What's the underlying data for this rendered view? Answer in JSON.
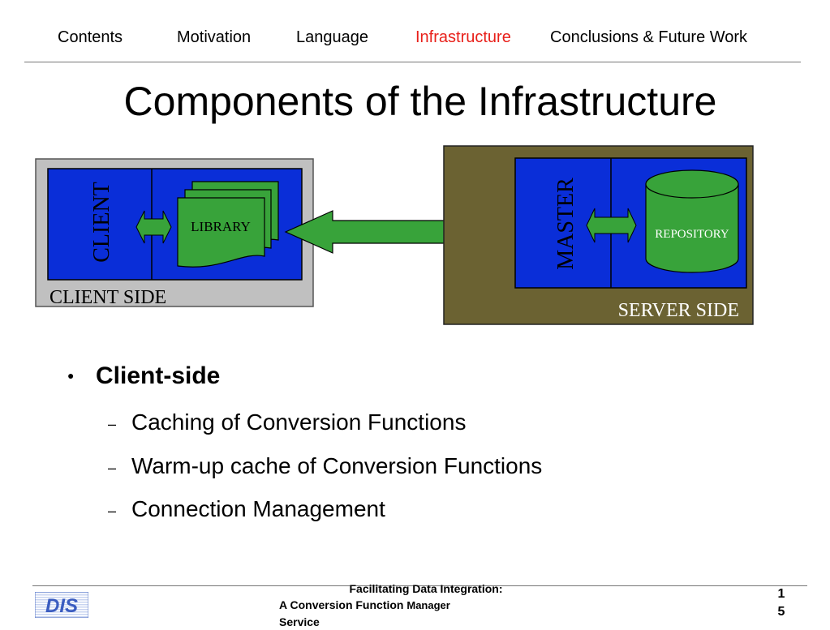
{
  "nav": {
    "items": [
      {
        "label": "Contents",
        "color": "#000000"
      },
      {
        "label": "Motivation",
        "color": "#000000"
      },
      {
        "label": "Language",
        "color": "#000000"
      },
      {
        "label": "Infrastructure",
        "color": "#e8201a"
      },
      {
        "label": "Conclusions & Future Work",
        "color": "#000000"
      }
    ]
  },
  "slide": {
    "title": "Components of the Infrastructure"
  },
  "diagram": {
    "client_side_label": "CLIENT SIDE",
    "client_label": "CLIENT",
    "library_label": "LIBRARY",
    "server_side_label": "SERVER SIDE",
    "master_label": "MASTER",
    "repository_label": "REPOSITORY",
    "colors": {
      "client_panel": "#c0c0c0",
      "server_panel": "#6b6232",
      "blue_box": "#0a2ed8",
      "green": "#38a33a"
    }
  },
  "bullets": {
    "main": "Client-side",
    "items": [
      "Caching of Conversion Functions",
      "Warm-up cache of Conversion Functions",
      "Connection Management"
    ]
  },
  "footer": {
    "line1": "Facilitating Data Integration:",
    "line2_a": "A Conversion Function",
    "line2_b": "Manager",
    "line3": "Service",
    "page_digit1": "1",
    "page_digit2": "5",
    "logo_text": "DIS"
  }
}
